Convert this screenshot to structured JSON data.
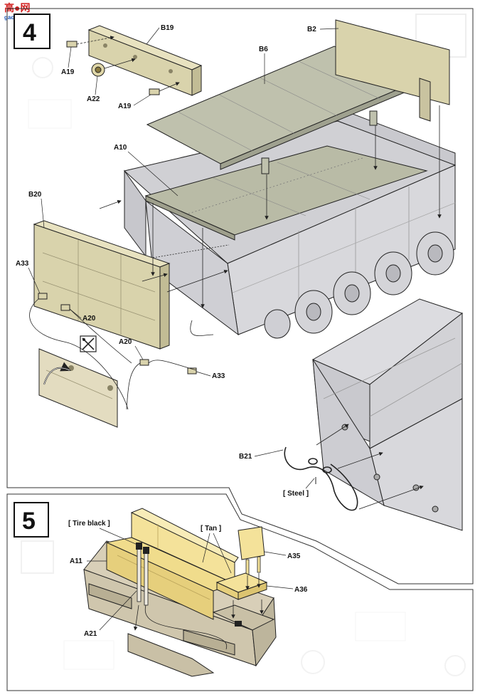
{
  "watermark": {
    "text": "高●网",
    "url": "gaoshan.com"
  },
  "colors": {
    "part_tan": "#d9d3ac",
    "part_beige": "#efe6c0",
    "part_grey": "#d8d8dc",
    "part_grey_dark": "#b9b9be",
    "deck_green": "#b9bba6",
    "seat_yellow": "#f4e29a",
    "outline": "#222222",
    "ghost": "#e6e6e6"
  },
  "step4": {
    "number": "4",
    "parts": {
      "b19": "B19",
      "b2": "B2",
      "b6": "B6",
      "a19_top": "A19",
      "a22": "A22",
      "a19_bottom": "A19",
      "a10": "A10",
      "b20": "B20",
      "a33_left": "A33",
      "a20_left": "A20",
      "a20_right": "A20",
      "a33_right": "A33",
      "b21": "B21"
    },
    "paint_callout": "[ Steel ]"
  },
  "step5": {
    "number": "5",
    "parts": {
      "a11": "A11",
      "a35": "A35",
      "a36": "A36",
      "a21": "A21"
    },
    "paint_callouts": {
      "tire_black": "[ Tire black ]",
      "tan": "[ Tan ]"
    }
  }
}
